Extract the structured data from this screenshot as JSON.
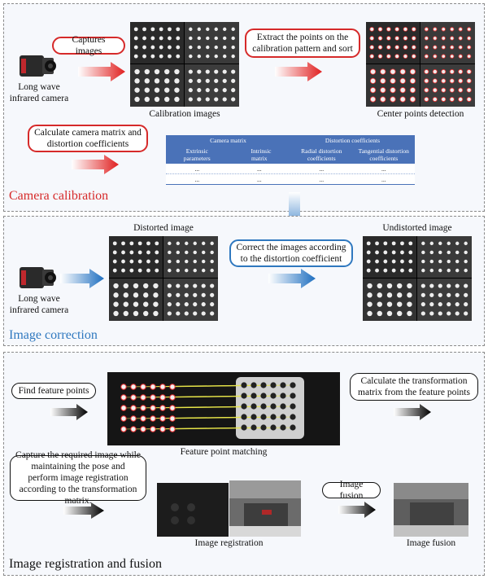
{
  "colors": {
    "red": "#d62a2a",
    "blue": "#2f78bf",
    "black": "#111111",
    "table_header": "#4a72b8",
    "section_red": "#d62a2a",
    "section_blue": "#2f78bf"
  },
  "calibration": {
    "title": "Camera calibration",
    "camera_label": "Long wave\ninfrared camera",
    "captures_label": "Captures images",
    "calib_images_caption": "Calibration images",
    "extract_label": "Extract the points on the calibration pattern and sort",
    "center_caption": "Center points detection",
    "calculate_label": "Calculate camera matrix and distortion coefficients",
    "table": {
      "group_headers": [
        "Camera matrix",
        "Distortion coefficients"
      ],
      "sub_headers": [
        "Extrinsic parameters",
        "Intrinsic matrix",
        "Radial distortion coefficients",
        "Tangential distortion coefficients"
      ],
      "rows": [
        [
          "...",
          "...",
          "...",
          "..."
        ],
        [
          "...",
          "...",
          "...",
          "..."
        ]
      ]
    }
  },
  "correction": {
    "title": "Image correction",
    "camera_label": "Long wave\ninfrared camera",
    "distorted_caption": "Distorted image",
    "correct_label": "Correct the images according to the distortion coefficient",
    "undistorted_caption": "Undistorted image"
  },
  "registration": {
    "title": "Image registration and fusion",
    "find_label": "Find feature points",
    "matching_caption": "Feature point matching",
    "transform_label": "Calculate the transformation matrix from the feature points",
    "capture_label": "Capture the required image while maintaining the pose and perform image registration according to the transformation matrix.",
    "registration_caption": "Image registration",
    "fusion_label": "Image fusion",
    "fusion_caption": "Image fusion"
  }
}
